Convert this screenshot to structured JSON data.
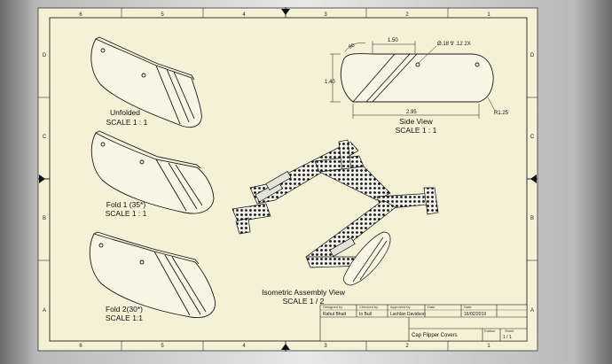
{
  "views": {
    "unfolded": {
      "name": "Unfolded",
      "scale": "SCALE 1 : 1"
    },
    "fold1": {
      "name": "Fold 1 (35*)",
      "scale": "SCALE 1 : 1"
    },
    "fold2": {
      "name": "Fold 2(30*)",
      "scale": "SCALE 1:1"
    },
    "side": {
      "name": "Side View",
      "scale": "SCALE 1 : 1"
    },
    "iso": {
      "name": "Isometric Assembly View",
      "scale": "SCALE 1 / 2"
    }
  },
  "dimensions": {
    "width_top": "1.50",
    "angle": "90",
    "hole": "Ø.18 ∇ .12 2X",
    "height": "1.40",
    "length": "2.95",
    "radius": "R1.25"
  },
  "border": {
    "columns": [
      "6",
      "5",
      "4",
      "3",
      "2",
      "1"
    ],
    "rows": [
      "D",
      "C",
      "B",
      "A"
    ]
  },
  "title_block": {
    "designed_by_label": "Designed by",
    "designed_by": "Rahul Bhatt",
    "checked_by_label": "Checked by",
    "checked_by": "Io Bull",
    "approved_by_label": "Approved by",
    "approved_by": "Lachlan Davidson",
    "date_label": "Date",
    "date_label2": "Date",
    "date": "16/02/2019",
    "title": "Cap Flipper Covers",
    "edition_label": "Edition",
    "sheet_label": "Sheet",
    "sheet": "1 / 1"
  },
  "colors": {
    "paper": "#f4f1d6",
    "line": "#1a1a1a",
    "dot_fill": "#111111"
  }
}
